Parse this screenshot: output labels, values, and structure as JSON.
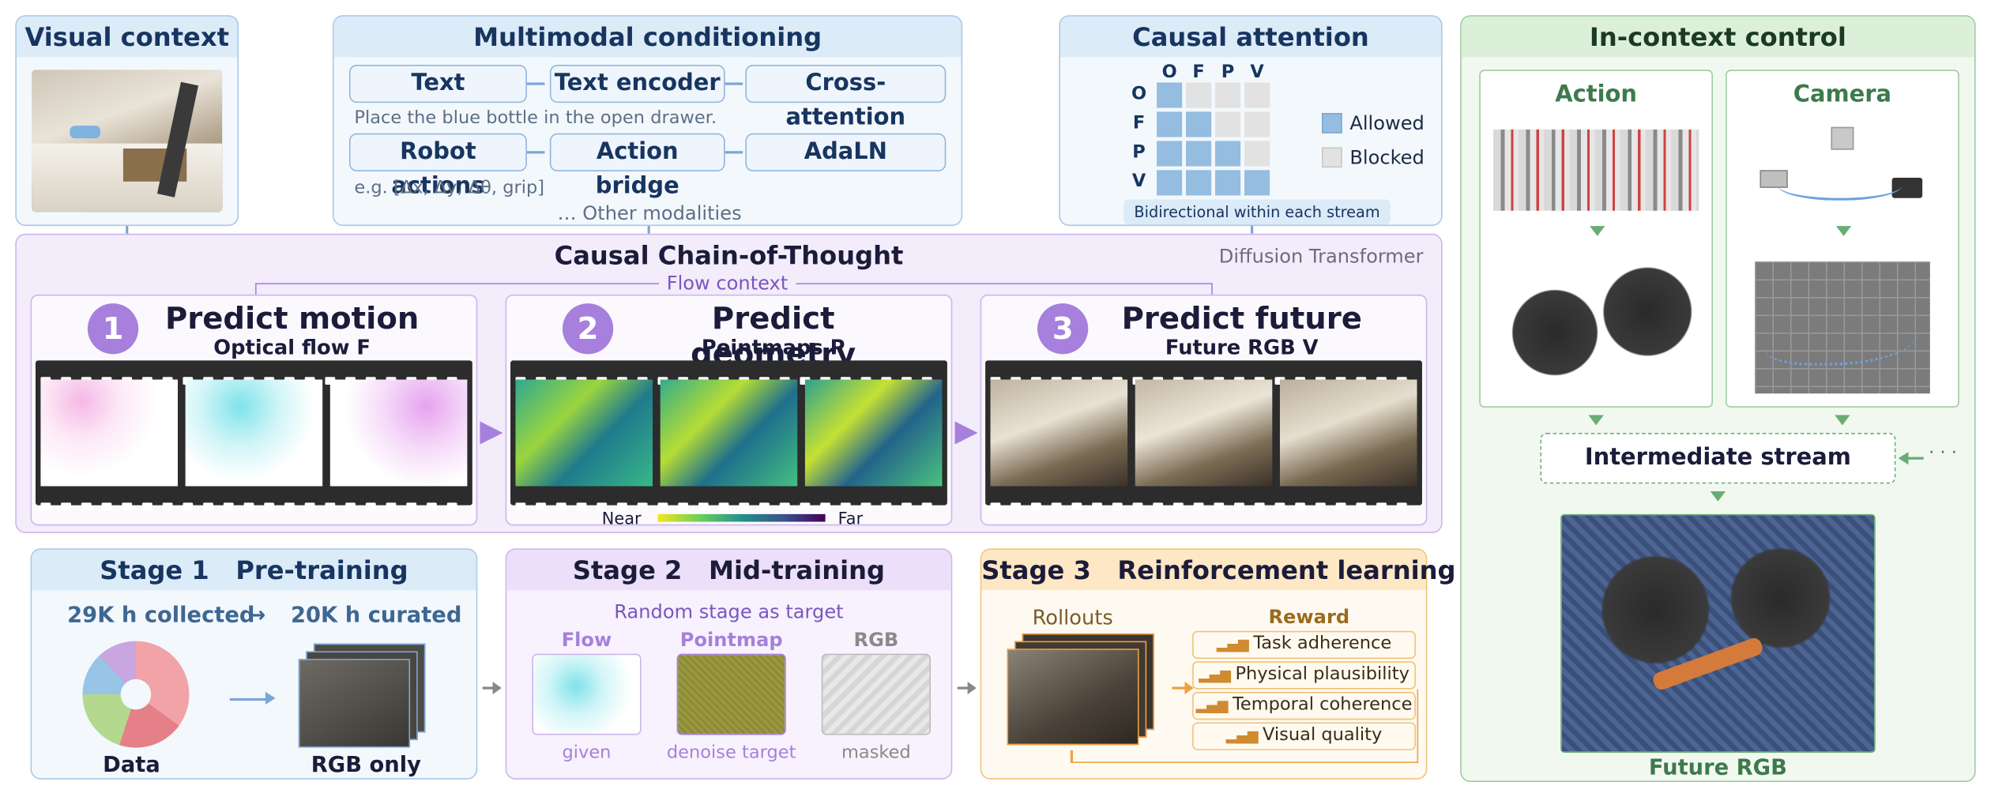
{
  "colors": {
    "blue_accent": "#7aa6d6",
    "purple_accent": "#a680dc",
    "orange_accent": "#f0a040",
    "green_accent": "#69ad74",
    "allowed": "#94bde0",
    "blocked": "#e2e2e2"
  },
  "visual_context": {
    "title": "Visual context"
  },
  "multimodal": {
    "title": "Multimodal conditioning",
    "row1": [
      "Text",
      "Text encoder",
      "Cross-attention"
    ],
    "row1_caption": "Place the blue bottle in the open drawer.",
    "row2": [
      "Robot actions",
      "Action bridge",
      "AdaLN"
    ],
    "row2_caption": "e.g. [Δx, Δy, Δθ, grip]",
    "other": "…  Other modalities"
  },
  "causal_attention": {
    "title": "Causal attention",
    "labels": [
      "O",
      "F",
      "P",
      "V"
    ],
    "mask": [
      [
        1,
        0,
        0,
        0
      ],
      [
        1,
        1,
        0,
        0
      ],
      [
        1,
        1,
        1,
        0
      ],
      [
        1,
        1,
        1,
        1
      ]
    ],
    "legend_allowed": "Allowed",
    "legend_blocked": "Blocked",
    "caption": "Bidirectional within each stream"
  },
  "cot": {
    "title": "Causal Chain-of-Thought",
    "tag": "Diffusion Transformer",
    "flow_context": "Flow context",
    "stages": [
      {
        "num": "1",
        "title": "Predict motion",
        "sub": "Optical flow F"
      },
      {
        "num": "2",
        "title": "Predict geometry",
        "sub": "Pointmaps P"
      },
      {
        "num": "3",
        "title": "Predict future",
        "sub": "Future RGB V"
      }
    ],
    "near": "Near",
    "far": "Far"
  },
  "stage1": {
    "title": "Stage 1   Pre-training",
    "collected": "29K h collected",
    "arrow": "→",
    "curated": "20K h curated",
    "data_label": "Data",
    "rgb_label": "RGB only"
  },
  "stage2": {
    "title": "Stage 2   Mid-training",
    "subtitle": "Random stage as target",
    "cols": [
      {
        "label": "Flow",
        "caption": "given"
      },
      {
        "label": "Pointmap",
        "caption": "denoise target"
      },
      {
        "label": "RGB",
        "caption": "masked"
      }
    ]
  },
  "stage3": {
    "title": "Stage 3   Reinforcement learning",
    "rollouts": "Rollouts",
    "reward": "Reward",
    "items": [
      "Task adherence",
      "Physical plausibility",
      "Temporal coherence",
      "Visual quality"
    ]
  },
  "in_context": {
    "title": "In-context control",
    "action": "Action",
    "camera": "Camera",
    "intermediate": "Intermediate stream",
    "dots": "· · ·",
    "future": "Future RGB"
  }
}
